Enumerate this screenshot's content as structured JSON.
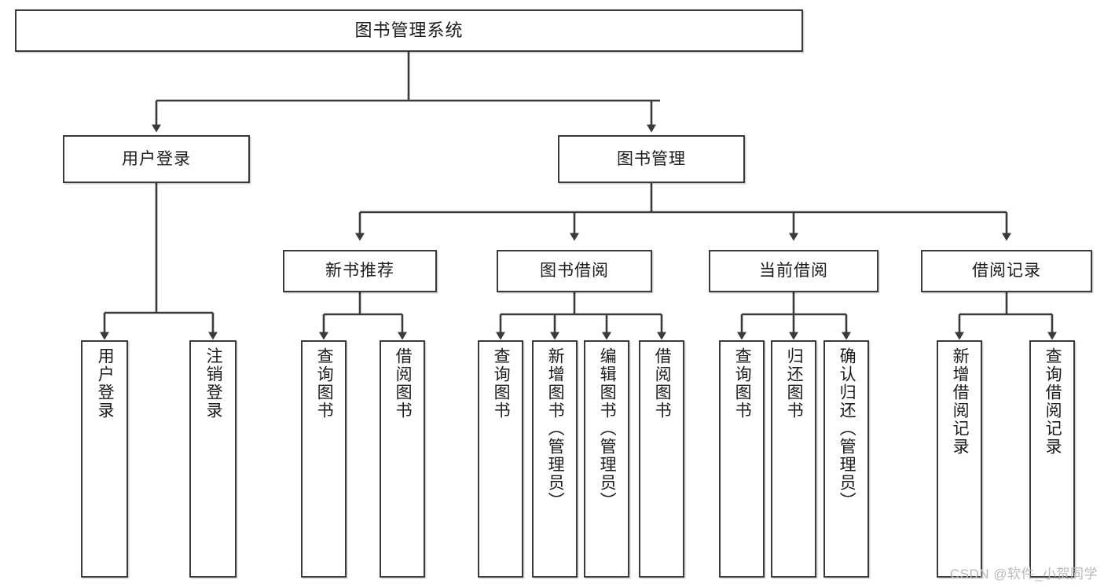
{
  "diagram": {
    "title": "图书管理系统",
    "type": "tree-hierarchy-chart",
    "colors": {
      "box_border": "#3a3a3a",
      "box_fill": "#ffffff",
      "connector": "#3a3a3a",
      "text": "#1b1b1b",
      "watermark": "#b9b9b9"
    },
    "root": {
      "id": "root",
      "label": "图书管理系统"
    },
    "level2": [
      {
        "id": "user-login",
        "label": "用户登录"
      },
      {
        "id": "book-management",
        "label": "图书管理"
      }
    ],
    "level3": [
      {
        "id": "new-book-recommend",
        "label": "新书推荐",
        "parent": "book-management"
      },
      {
        "id": "book-borrow",
        "label": "图书借阅",
        "parent": "book-management"
      },
      {
        "id": "current-borrow",
        "label": "当前借阅",
        "parent": "book-management"
      },
      {
        "id": "borrow-record",
        "label": "借阅记录",
        "parent": "book-management"
      }
    ],
    "leaves": [
      {
        "id": "leaf-user-login",
        "label": "用户登录",
        "parent": "user-login"
      },
      {
        "id": "leaf-logout-login",
        "label": "注销登录",
        "parent": "user-login"
      },
      {
        "id": "leaf-query-book-1",
        "label": "查询图书",
        "parent": "new-book-recommend"
      },
      {
        "id": "leaf-borrow-book-1",
        "label": "借阅图书",
        "parent": "new-book-recommend"
      },
      {
        "id": "leaf-query-book-2",
        "label": "查询图书",
        "parent": "book-borrow"
      },
      {
        "id": "leaf-add-book",
        "label": "新增图书（管理员）",
        "parent": "book-borrow"
      },
      {
        "id": "leaf-edit-book",
        "label": "编辑图书（管理员）",
        "parent": "book-borrow"
      },
      {
        "id": "leaf-borrow-book-2",
        "label": "借阅图书",
        "parent": "book-borrow"
      },
      {
        "id": "leaf-query-book-3",
        "label": "查询图书",
        "parent": "current-borrow"
      },
      {
        "id": "leaf-return-book",
        "label": "归还图书",
        "parent": "current-borrow"
      },
      {
        "id": "leaf-confirm-return",
        "label": "确认归还（管理员）",
        "parent": "current-borrow"
      },
      {
        "id": "leaf-add-record",
        "label": "新增借阅记录",
        "parent": "borrow-record"
      },
      {
        "id": "leaf-query-record",
        "label": "查询借阅记录",
        "parent": "borrow-record"
      }
    ],
    "watermark": "CSDN @软件_小贺同学"
  }
}
